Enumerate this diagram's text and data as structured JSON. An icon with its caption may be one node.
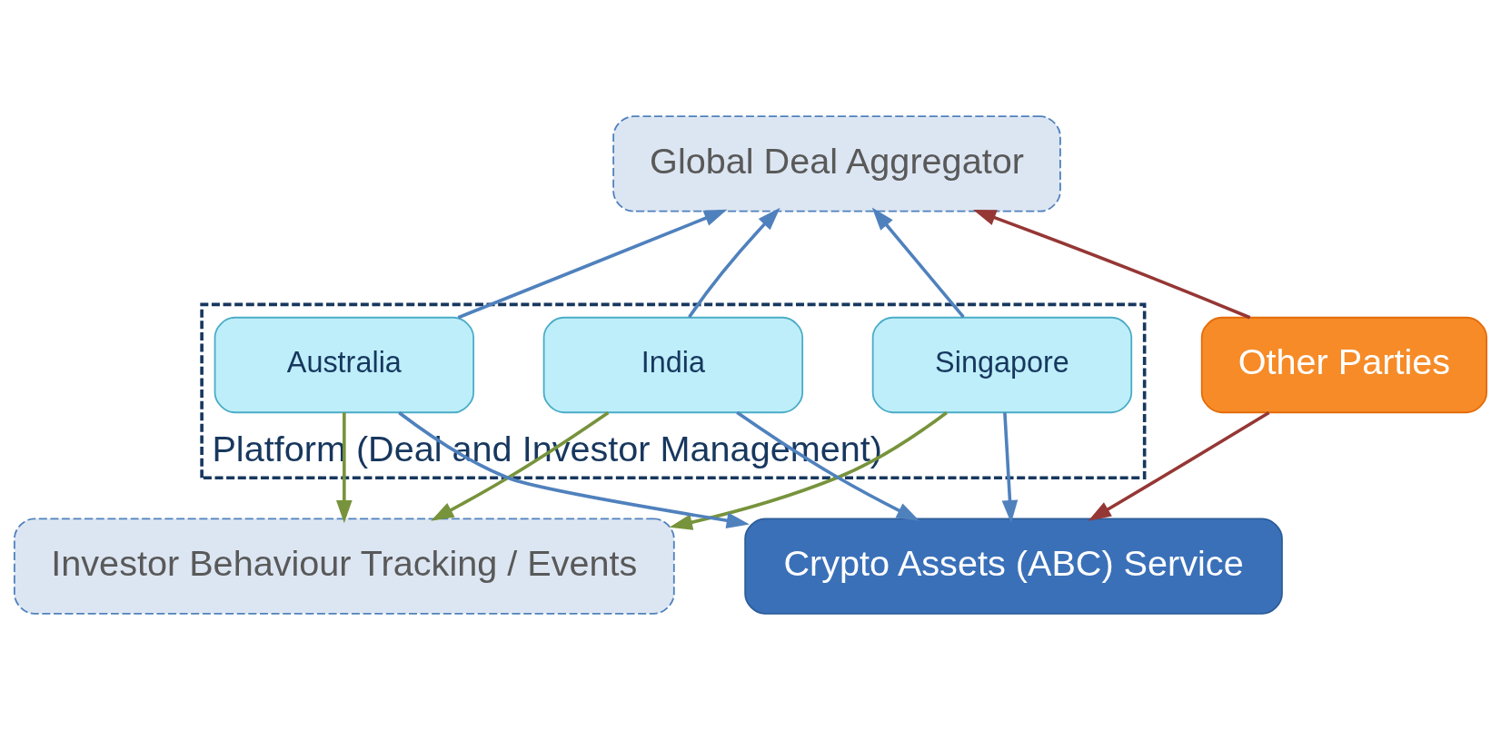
{
  "diagram": {
    "nodes": [
      {
        "text": [
          "Global Deal Aggregator"
        ]
      },
      {
        "text": [
          "Platform (Deal and Investor Management)"
        ]
      },
      {
        "text": [
          "Singapore"
        ],
        "in": 1
      },
      {
        "text": [
          "India"
        ],
        "in": 1
      },
      {
        "text": [
          "Australia"
        ],
        "in": 1
      },
      {
        "text": [
          "Other Parties"
        ]
      },
      {
        "text": [
          "Investor Behaviour Tracking / Events"
        ]
      },
      {
        "text": [
          "Crypto Assets (ABC) Service"
        ]
      }
    ],
    "edges": [
      {
        "from": 2,
        "to": 0,
        "arrow": "to"
      },
      {
        "from": 3,
        "to": 0,
        "arrow": "to"
      },
      {
        "from": 4,
        "to": 0,
        "arrow": "to"
      },
      {
        "from": 2,
        "to": 6,
        "arrow": "to",
        "color": "#77933c"
      },
      {
        "from": 3,
        "to": 6,
        "arrow": "to",
        "color": "#77933c"
      },
      {
        "from": 4,
        "to": 6,
        "arrow": "to",
        "color": "#77933c"
      },
      {
        "from": 2,
        "to": 7,
        "arrow": "to"
      },
      {
        "from": 3,
        "to": 7,
        "arrow": "to"
      },
      {
        "from": 4,
        "to": 7,
        "arrow": "to"
      },
      {
        "from": 5,
        "to": 0,
        "arrow": "to",
        "color": "#953735"
      },
      {
        "from": 5,
        "to": 7,
        "arrow": "to",
        "color": "#953735"
      }
    ]
  }
}
